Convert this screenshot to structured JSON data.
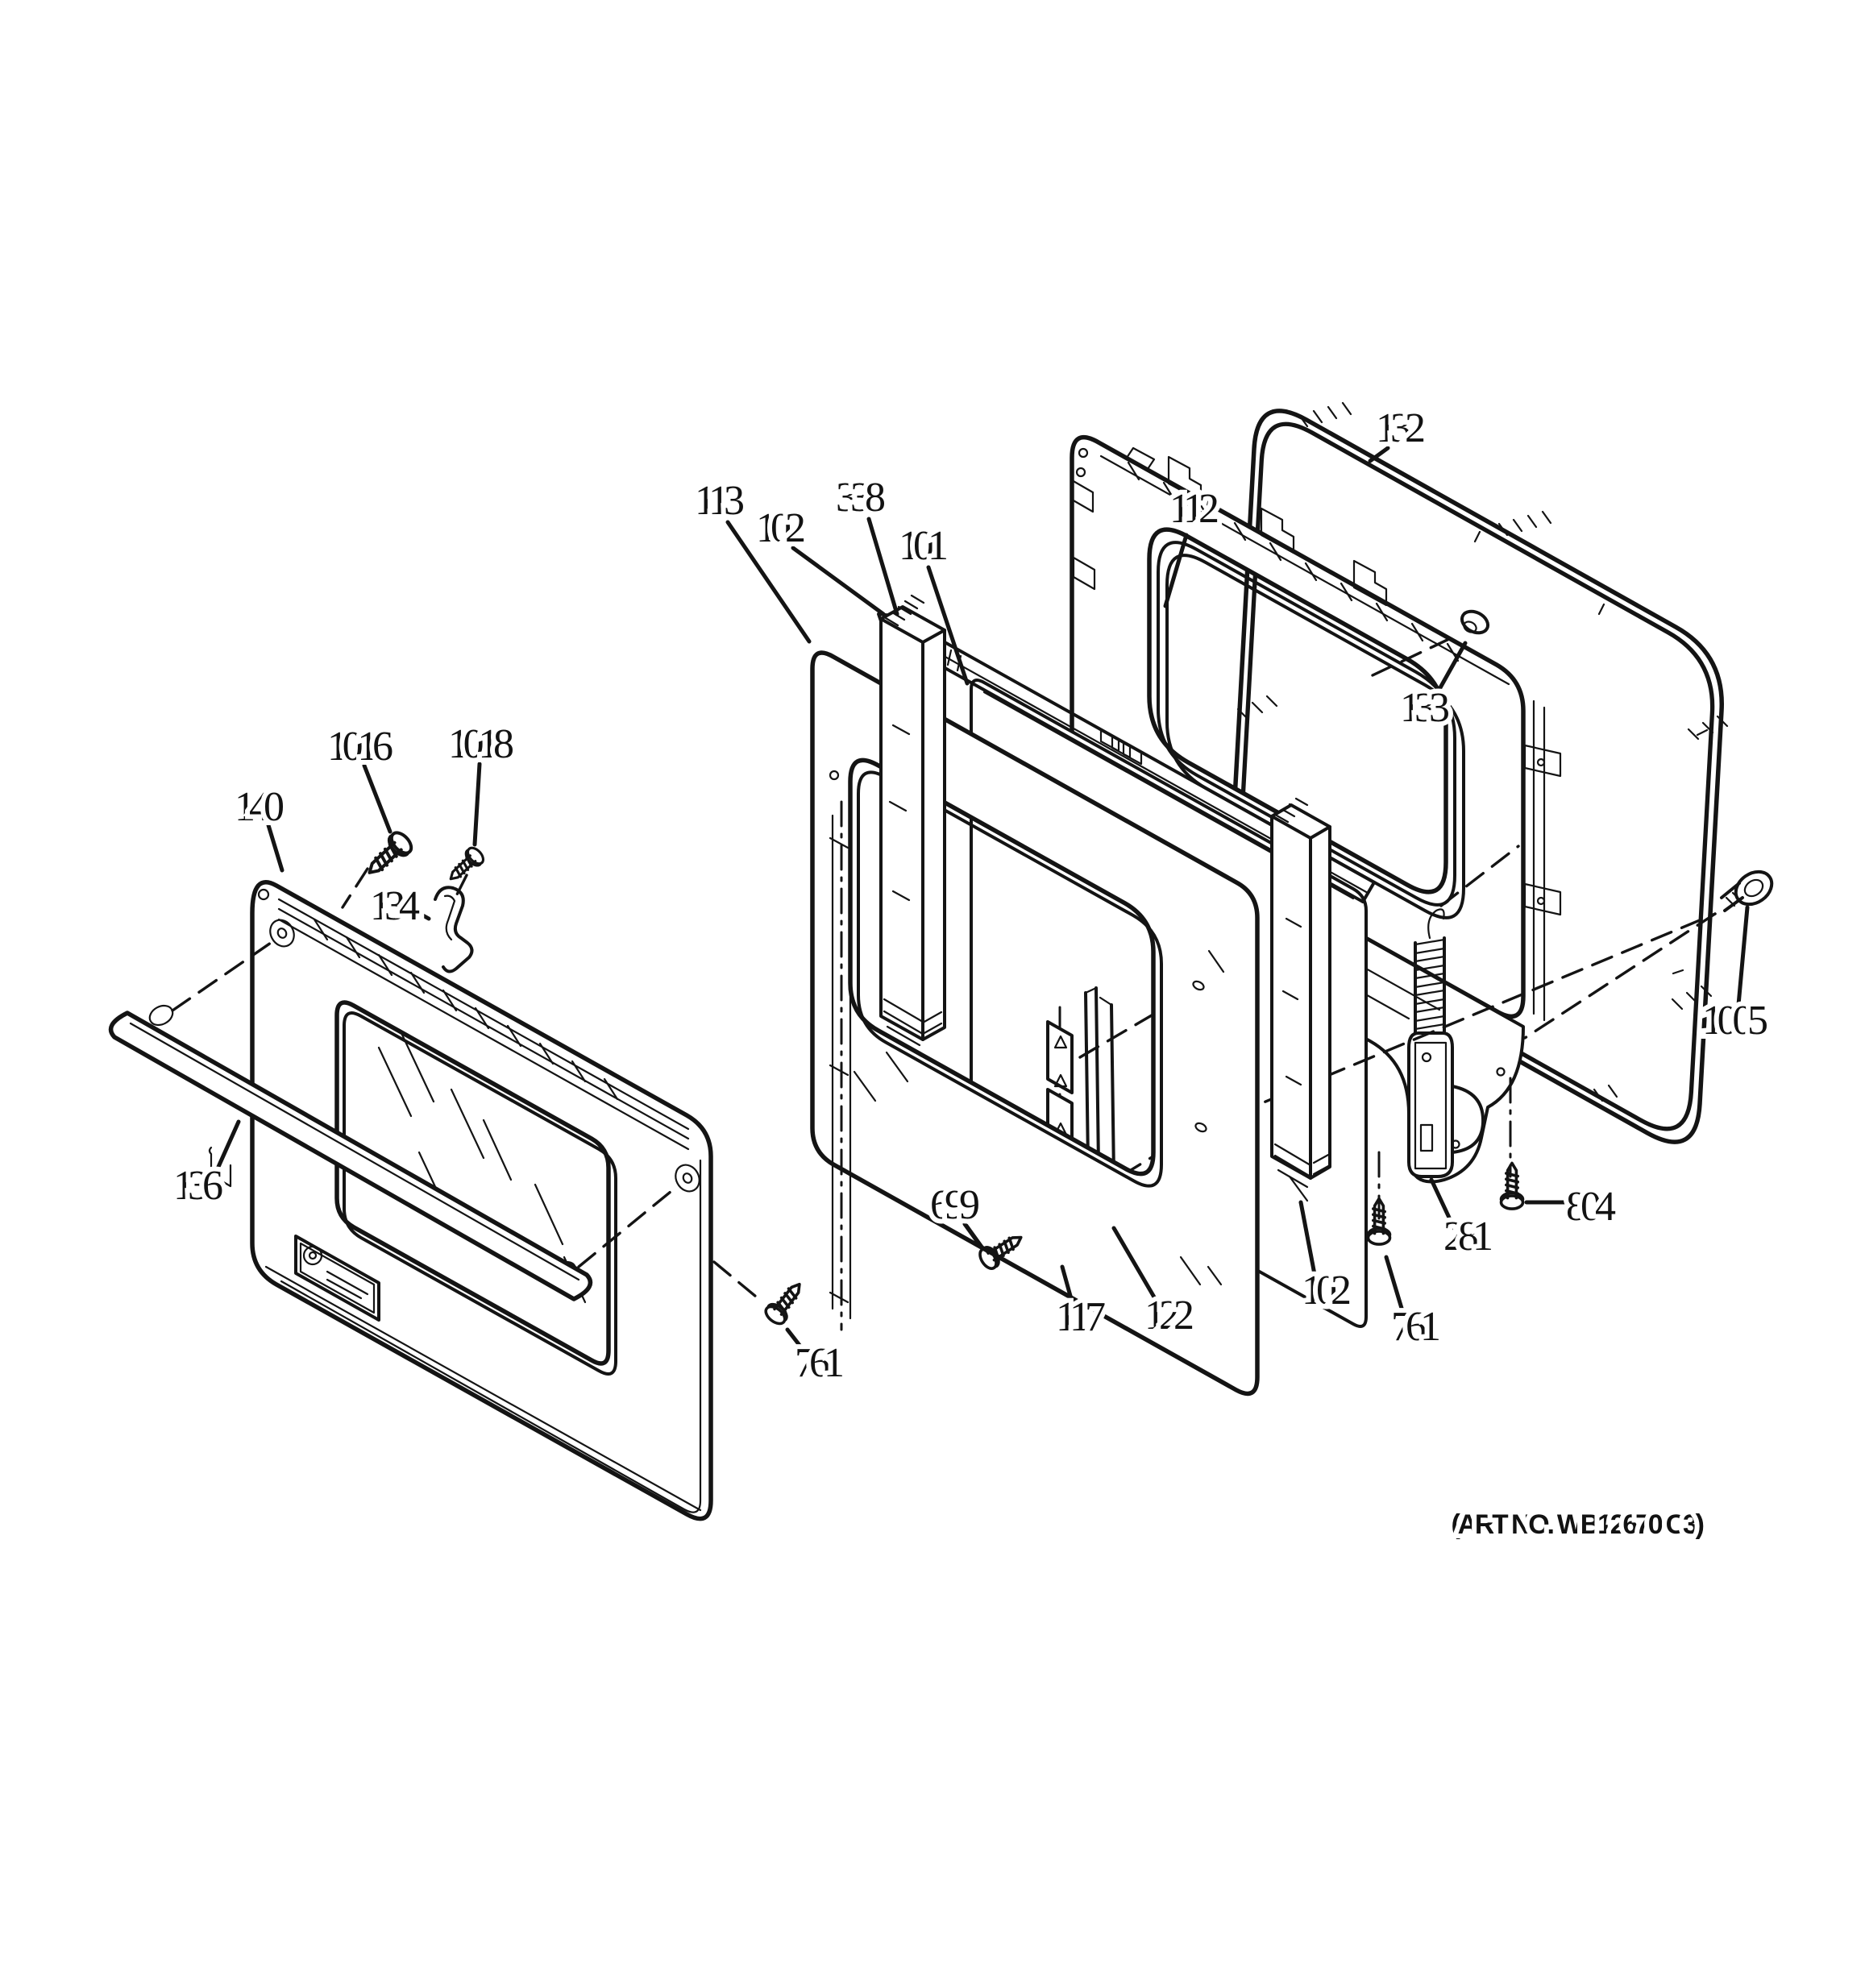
{
  "diagram": {
    "art_no": "(ART NO. WB12670 C3)",
    "type": "exploded parts diagram",
    "subject": "oven door assembly",
    "background_color": "#ffffff",
    "line_color": "#141414"
  },
  "part_labels": {
    "101": "101",
    "102": "102",
    "112": "112",
    "113": "113",
    "117": "117",
    "122": "122",
    "132": "132",
    "133": "133",
    "134": "134",
    "136": "136",
    "140": "140",
    "281": "281",
    "338": "338",
    "699": "699",
    "761": "761",
    "804": "804",
    "1005": "1005",
    "1016": "1016",
    "1018": "1018"
  }
}
